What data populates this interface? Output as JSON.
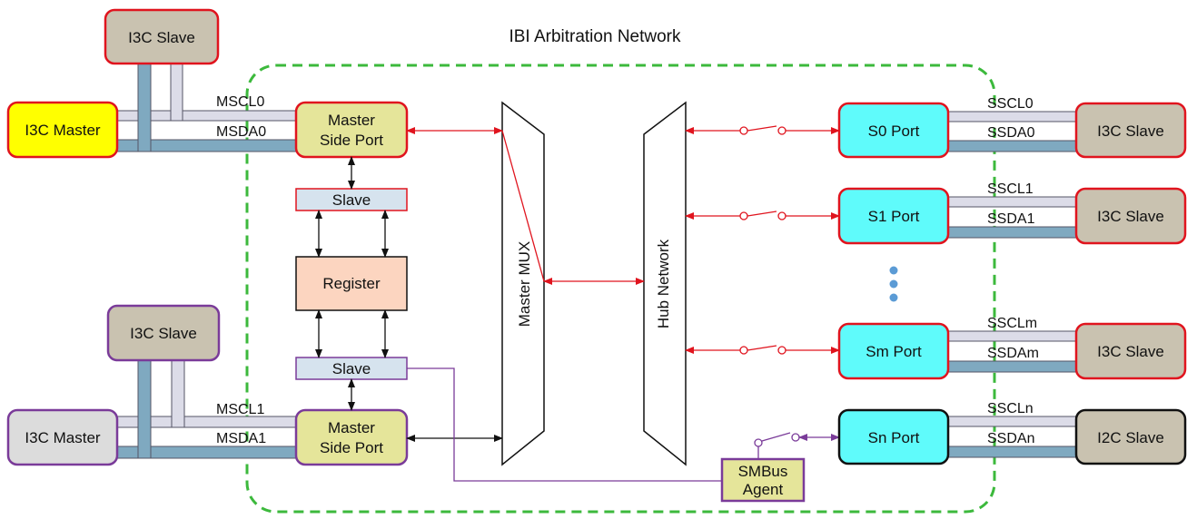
{
  "title": "IBI Arbitration Network",
  "blocks": {
    "i3c_master_top": "I3C Master",
    "i3c_master_bottom": "I3C Master",
    "i3c_slave_top_left": "I3C Slave",
    "i3c_slave_bottom_left": "I3C Slave",
    "master_side_port_top": [
      "Master",
      "Side Port"
    ],
    "master_side_port_bottom": [
      "Master",
      "Side Port"
    ],
    "slave_top": "Slave",
    "slave_bottom": "Slave",
    "register": "Register",
    "master_mux": "Master MUX",
    "hub_network": "Hub Network",
    "smbus_agent": [
      "SMBus",
      "Agent"
    ],
    "s0_port": "S0 Port",
    "s1_port": "S1 Port",
    "sm_port": "Sm Port",
    "sn_port": "Sn Port",
    "i3c_slave_s0": "I3C Slave",
    "i3c_slave_s1": "I3C Slave",
    "i3c_slave_sm": "I3C Slave",
    "i2c_slave_sn": "I2C Slave"
  },
  "bus_labels": {
    "mscl0": "MSCL0",
    "msda0": "MSDA0",
    "mscl1": "MSCL1",
    "msda1": "MSDA1",
    "sscl0": "SSCL0",
    "ssda0": "SSDA0",
    "sscl1": "SSCL1",
    "ssda1": "SSDA1",
    "ssclm": "SSCLm",
    "ssdam": "SSDAm",
    "sscln": "SSCLn",
    "ssdan": "SSDAn"
  },
  "colors": {
    "network_border": "#3cb93c",
    "red_border": "#e0141e",
    "purple_border": "#7a3b99",
    "master_yellow": "#ffff00",
    "slave_fill": "#c9c2b0",
    "port_fill": "#e5e59a",
    "slave_reg_fill": "#d6e3ee",
    "register_fill": "#fcd5c0",
    "cyan_fill": "#5ffbfb",
    "scl_fill": "#dcdce8",
    "sda_fill": "#7fa9c0",
    "red_line": "#e0141e",
    "purple_line": "#7a3b99"
  }
}
